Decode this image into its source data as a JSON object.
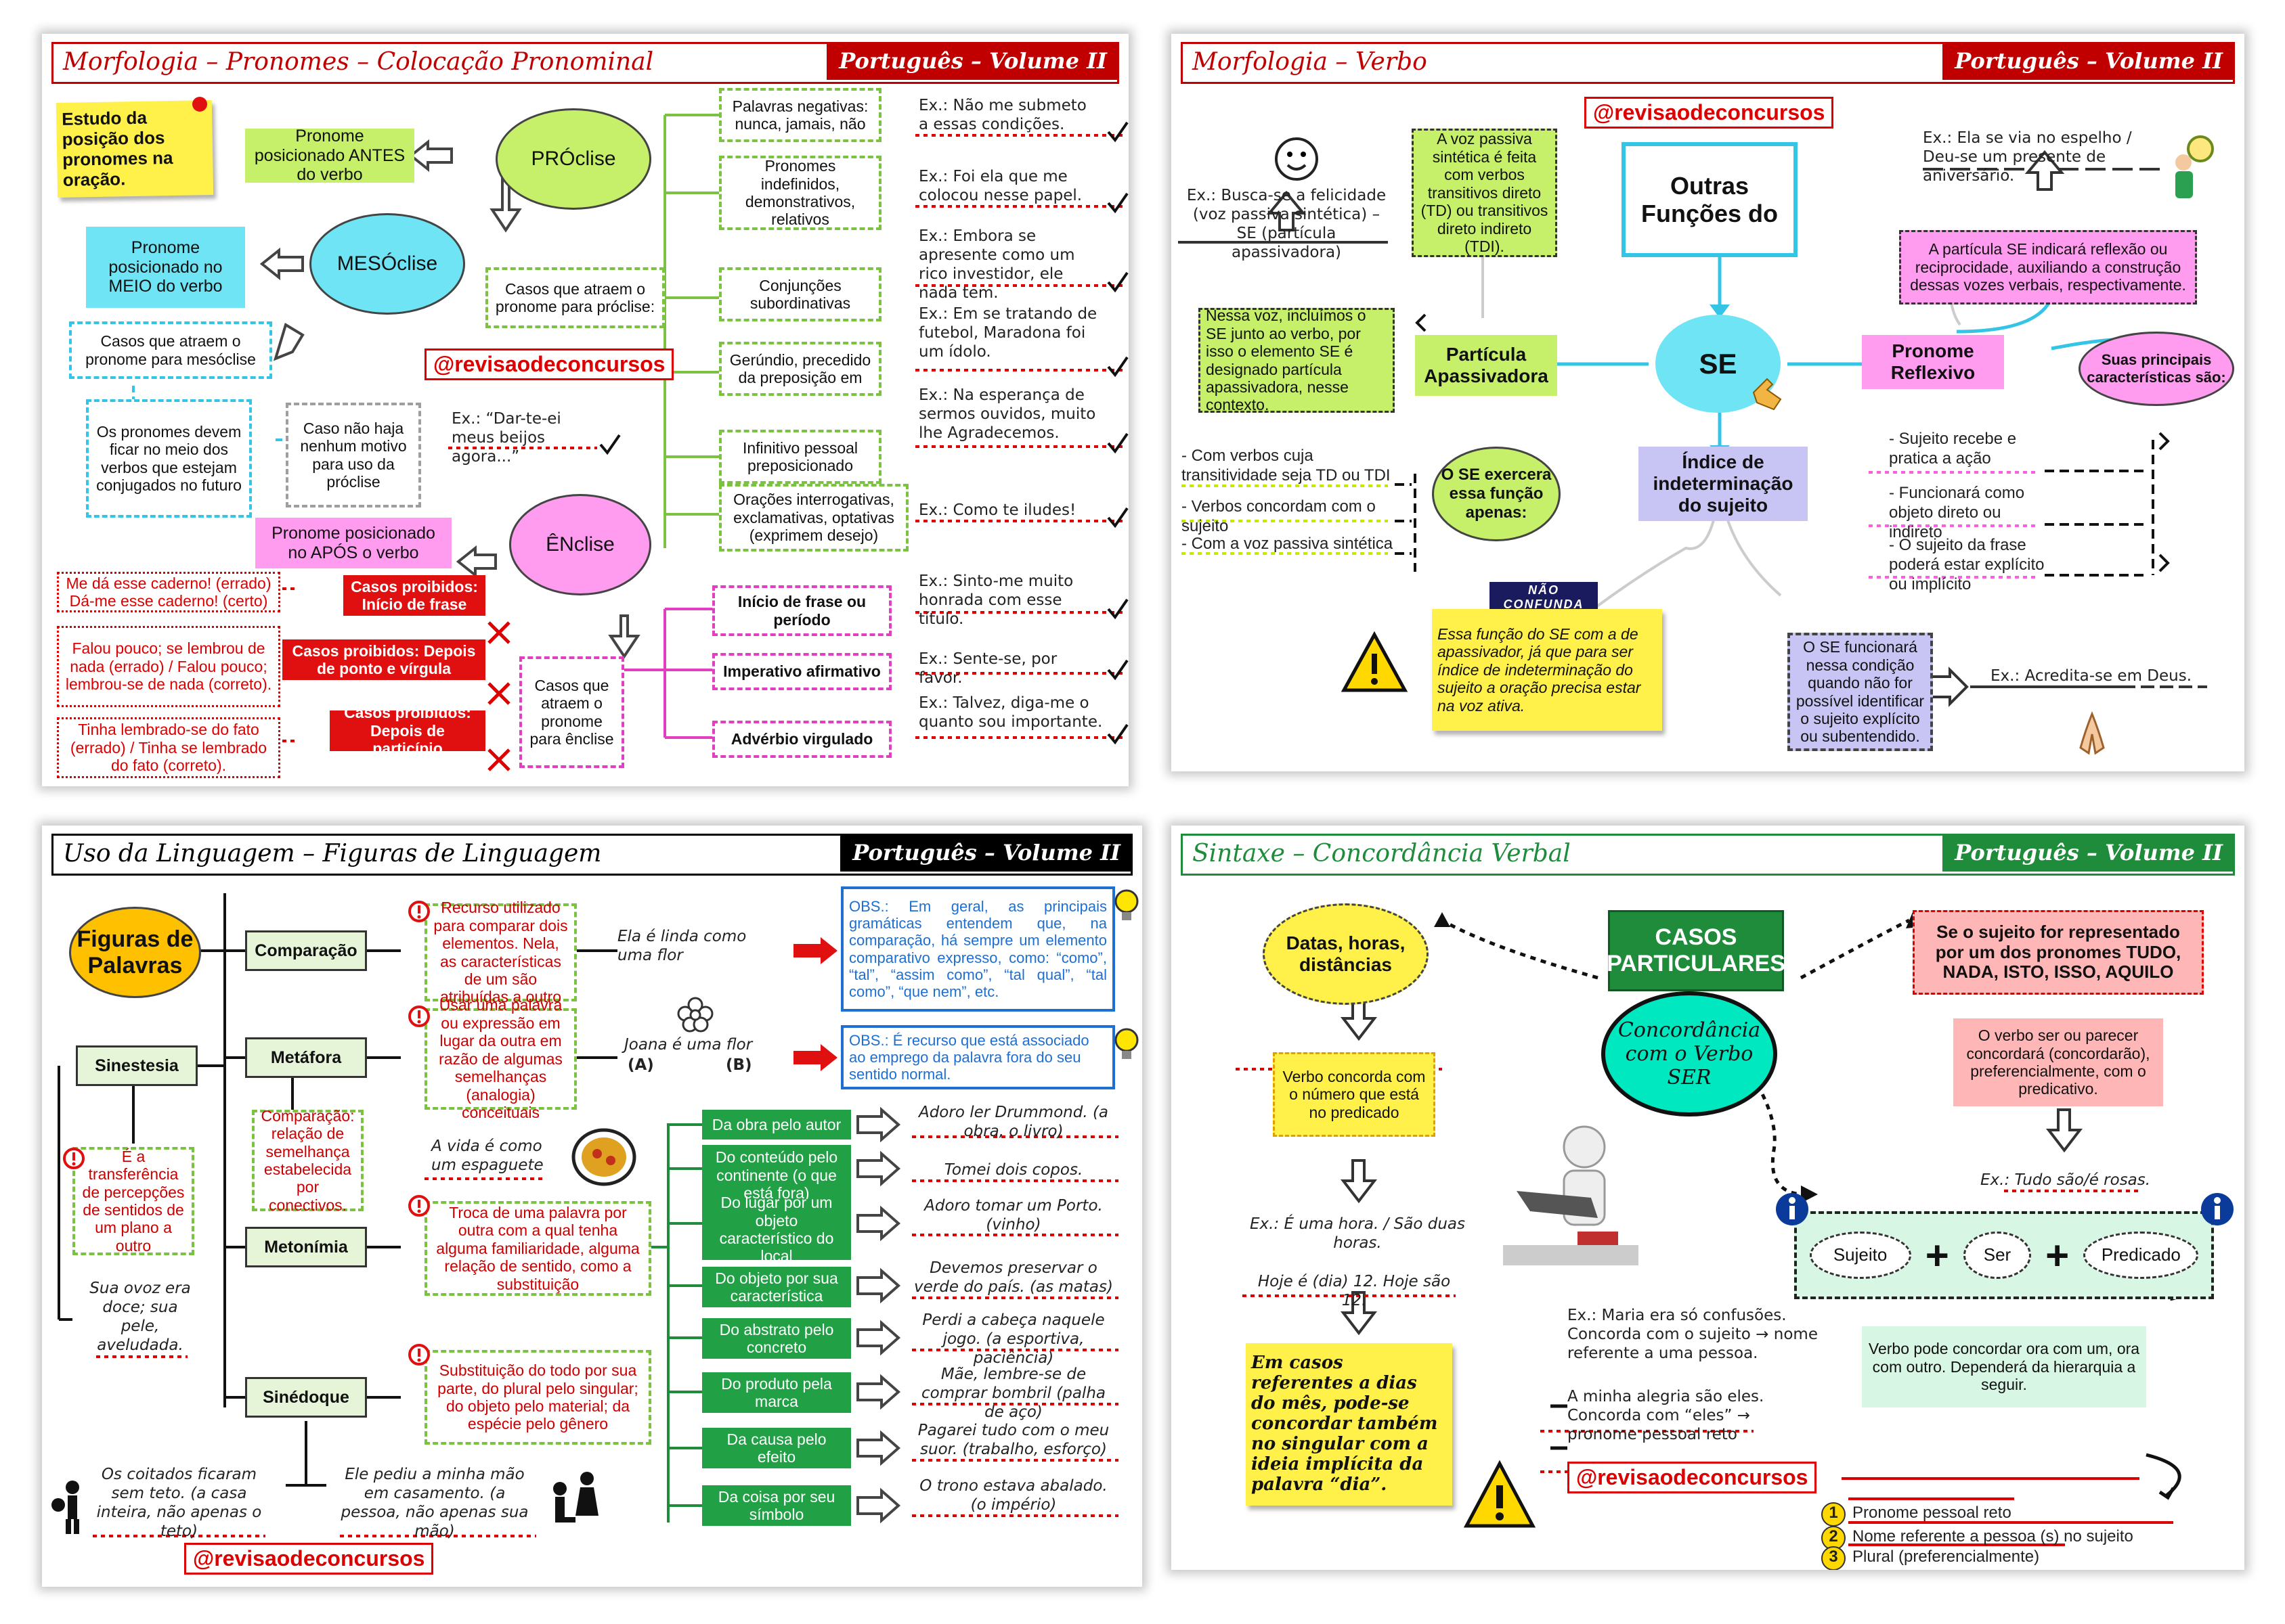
{
  "colors": {
    "red": "#c00000",
    "green": "#1e8c3a",
    "black": "#000000",
    "lime": "#c6f06a",
    "cyan": "#6fe4f4",
    "pink": "#ff9cef",
    "yellow": "#fff14a"
  },
  "handle": "@revisaodeconcursos",
  "p1": {
    "title": "Morfologia – Pronomes – Colocação Pronominal",
    "volume": "Português – Volume II",
    "sticky": "Estudo da posição dos pronomes na oração.",
    "proclise": "PRÓclise",
    "mesoclise": "MESÓclise",
    "enclise": "ÊNclise",
    "antes": "Pronome posicionado ANTES do verbo",
    "meio": "Pronome posicionado no MEIO do verbo",
    "apos": "Pronome posicionado no APÓS o verbo",
    "casos_meso": "Casos que atraem o pronome para mesóclise",
    "futuro": "Os pronomes devem ficar no meio dos verbos que estejam conjugados no futuro",
    "nenhum": "Caso não haja nenhum motivo para uso da próclise",
    "ex_darte": "Ex.: “Dar-te-ei meus beijos agora...”",
    "casos_pro": "Casos que atraem o pronome para próclise:",
    "casos_enc": "Casos que atraem o pronome para ênclise",
    "pro_items": [
      "Palavras negativas: nunca, jamais, não",
      "Pronomes indefinidos, demonstrativos, relativos",
      "Conjunções subordinativas",
      "Gerúndio, precedido da preposição em",
      "Infinitivo pessoal preposicionado",
      "Orações interrogativas, exclamativas, optativas (exprimem desejo)"
    ],
    "pro_ex": [
      "Ex.: Não me submeto a essas condições.",
      "Ex.: Foi ela que me colocou nesse papel.",
      "Ex.: Embora se apresente como um rico investidor, ele nada tem.",
      "Ex.: Em se tratando de futebol, Maradona foi um ídolo.",
      "Ex.: Na esperança de sermos ouvidos, muito lhe Agradecemos.",
      "Ex.: Como te iludes!"
    ],
    "enc_items": [
      "Início de frase ou período",
      "Imperativo afirmativo",
      "Advérbio virgulado"
    ],
    "enc_ex": [
      "Ex.: Sinto-me muito honrada com esse título.",
      "Ex.: Sente-se, por favor.",
      "Ex.: Talvez, diga-me o quanto sou importante."
    ],
    "proib": [
      "Casos proibidos: Início de frase",
      "Casos proibidos: Depois de ponto e vírgula",
      "Casos proibidos: Depois de particípio"
    ],
    "proib_ex": [
      "Me dá esse caderno! (errado) Dá-me esse caderno! (certo)",
      "Falou pouco; se lembrou de nada (errado) / Falou pouco; lembrou-se de nada (correto).",
      "Tinha lembrado-se do fato (errado) / Tinha se lembrado do fato (correto)."
    ]
  },
  "p2": {
    "title": "Morfologia – Verbo",
    "volume": "Português – Volume II",
    "outras": "Outras Funções do",
    "se": "SE",
    "particula": "Partícula Apassivadora",
    "reflexivo": "Pronome Reflexivo",
    "indice": "Índice de indeterminação do sujeito",
    "voz_passiva": "A voz passiva sintética é feita com verbos transitivos direto (TD) ou transitivos direto indireto (TDI).",
    "ex_busca": "Ex.: Busca-se a felicidade (voz passiva sintética) – SE (partícula apassivadora)",
    "nessa_voz": "Nessa voz, incluímos o SE junto ao verbo, por isso o elemento SE é designado partícula apassivadora, nesse contexto.",
    "exercera": "O SE exercera essa função apenas:",
    "cond": [
      "- Com verbos cuja transitividade seja TD ou TDI",
      "- Verbos concordam com o sujeito",
      "- Com a voz passiva sintética"
    ],
    "nao_confunda": "NÃO CONFUNDA",
    "yellow_note": "Essa função do SE com a de apassivador, já que para ser índice de indeterminação do sujeito a oração precisa estar na voz ativa.",
    "funcionara": "O SE funcionará nessa condição quando não for possível identificar o sujeito explícito ou subentendido.",
    "ex_acredita": "Ex.: Acredita-se em Deus.",
    "ex_espelho": "Ex.: Ela se via no espelho / Deu-se um presente de aniversário.",
    "particula_se": "A partícula SE indicará reflexão ou reciprocidade, auxiliando a construção dessas vozes verbais, respectivamente.",
    "suas": "Suas principais características são:",
    "caract": [
      "- Sujeito recebe e pratica a ação",
      "- Funcionará como objeto direto ou indireto",
      "- O sujeito da frase poderá estar explícito ou implícito"
    ]
  },
  "p3": {
    "title": "Uso da Linguagem – Figuras de Linguagem",
    "volume": "Português – Volume II",
    "figuras": "Figuras de Palavras",
    "comparacao": "Comparação",
    "metafora": "Metáfora",
    "metonimia": "Metonímia",
    "sinedoque": "Sinédoque",
    "sinestesia": "Sinestesia",
    "comp_def": "Recurso utilizado para comparar dois elementos. Nela, as características de um são atribuídas a outro",
    "met_def": "Usar uma palavra ou expressão em lugar da outra em razão de algumas semelhanças (analogia) conceituais",
    "ex_linda": "Ela é linda como uma flor",
    "ex_joana": "Joana é uma flor",
    "ab": [
      "(A)",
      "(B)"
    ],
    "obs1": "OBS.: Em geral, as principais gramáticas entendem que, na comparação, há sempre um elemento comparativo expresso, como: “como”, “tal”, “assim como”, “tal qual”, “tal como”, “que nem”, etc.",
    "obs2": "OBS.: É recurso que está associado ao emprego da palavra fora do seu sentido normal.",
    "comp2": "Comparação: relação de semelhança estabelecida por conectivos.",
    "ex_espaguete": "A vida é como um espaguete",
    "metn_def": "Troca de uma palavra por outra com a qual tenha alguma familiaridade, alguma relação de sentido, como a substituição",
    "sin_def": "Substituição do todo por sua parte, do plural pelo singular; do objeto pelo material; da espécie pelo gênero",
    "sinest_def": "É a transferência de percepções de sentidos de um plano a outro",
    "ex_ovoz": "Sua ovoz era doce; sua pele, aveludada.",
    "ex_coitados": "Os coitados ficaram sem teto. (a casa inteira, não apenas o teto)",
    "ex_mao": "Ele pediu a minha mão em casamento. (a pessoa, não apenas sua mão)",
    "metn_items": [
      "Da obra pelo autor",
      "Do conteúdo pelo continente (o que está fora)",
      "Do lugar por um objeto característico do local",
      "Do objeto por sua característica",
      "Do abstrato pelo concreto",
      "Do produto pela marca",
      "Da causa pelo efeito",
      "Da coisa por seu símbolo"
    ],
    "metn_ex": [
      "Adoro ler Drummond. (a obra, o livro)",
      "Tomei dois copos.",
      "Adoro tomar um Porto. (vinho)",
      "Devemos preservar o verde do país. (as matas)",
      "Perdi a cabeça naquele jogo. (a esportiva, paciência)",
      "Mãe, lembre-se de comprar bombril (palha de aço)",
      "Pagarei tudo com o meu suor. (trabalho, esforço)",
      "O trono estava abalado. (o império)"
    ]
  },
  "p4": {
    "title": "Sintaxe – Concordância Verbal",
    "volume": "Português – Volume II",
    "casos": "CASOS PARTICULARES",
    "concordancia": "Concordância com o Verbo SER",
    "datas": "Datas, horas, distâncias",
    "verbo_num": "Verbo concorda com o número que está no predicado",
    "ex_hora": "Ex.: É uma hora. / São duas horas.",
    "hoje": "Hoje é (dia) 12. Hoje são 12.",
    "dias": "Em casos referentes a dias do mês, pode-se concordar também no singular com a ideia implícita da palavra “dia”.",
    "pronomes": "Se o sujeito for representado por um dos pronomes TUDO, NADA, ISTO, ISSO, AQUILO",
    "ser_parecer": "O verbo ser ou parecer concordará (concordarão), preferencialmente, com o predicativo.",
    "ex_tudo": "Ex.: Tudo são/é rosas.",
    "sujeito": "Sujeito",
    "ser": "Ser",
    "predicado": "Predicado",
    "ex_maria": "Ex.: Maria era só confusões. Concorda com o sujeito → nome referente a uma pessoa.",
    "ex_alegria": "A minha alegria são eles. Concorda com “eles” → pronome pessoal reto",
    "verbo_pode": "Verbo pode concordar ora com um, ora com outro. Dependerá da hierarquia a seguir.",
    "hier": [
      "Pronome pessoal reto",
      "Nome referente a pessoa (s) no sujeito",
      "Plural (preferencialmente)"
    ]
  }
}
